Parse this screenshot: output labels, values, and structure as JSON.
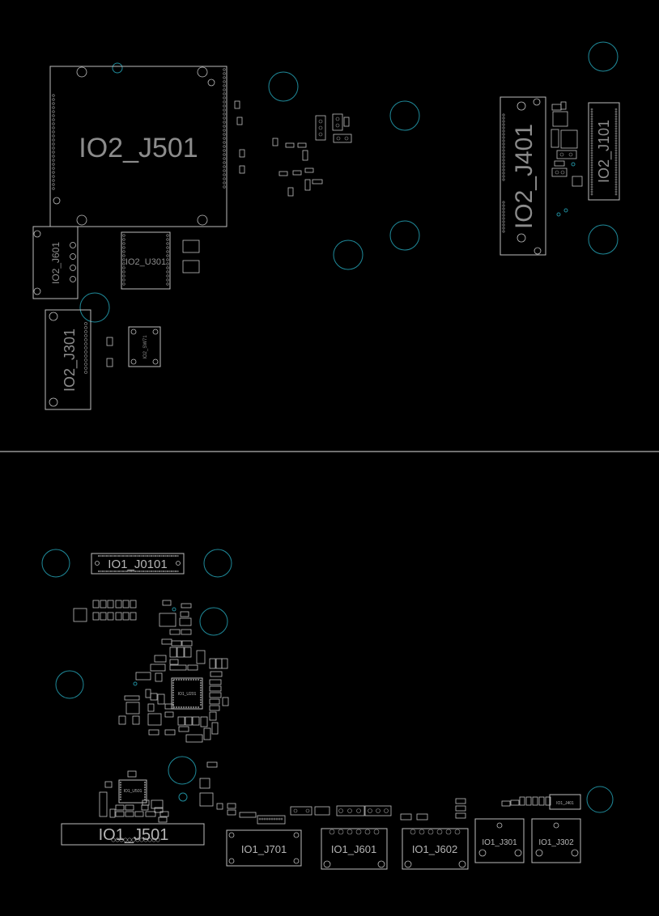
{
  "labels": {
    "io2_j501": "IO2_J501",
    "io2_j401": "IO2_J401",
    "io2_j101": "IO2_J101",
    "io2_j601": "IO2_J601",
    "io2_u301": "IO2_U301",
    "io2_j301": "IO2_J301",
    "io2_sw71": "IO2_SW71",
    "io1_j0101": "IO1_J0101",
    "io1_u201": "IO1_U201",
    "io1_u501": "IO1_U501",
    "io1_j501": "IO1_J501",
    "io1_j701": "IO1_J701",
    "io1_j601": "IO1_J601",
    "io1_j602": "IO1_J602",
    "io1_j301": "IO1_J301",
    "io1_j302": "IO1_J302",
    "io1_j401": "IO1_J401"
  },
  "colors": {
    "background": "#000000",
    "outline": "#bdbdbd",
    "label": "#8c8c8c",
    "mounting_hole": "#1f8a9a"
  }
}
